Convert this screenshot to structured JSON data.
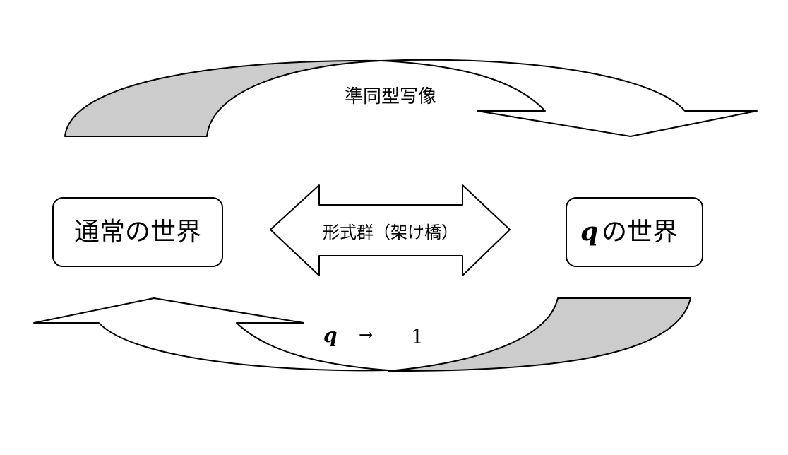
{
  "top_arrow_label": "準同型写像",
  "left_box_label": "通常の世界",
  "right_box": {
    "q": "q",
    "label": "の世界"
  },
  "center_arrow_label": "形式群（架け橋）",
  "bottom_arrow": {
    "q": "q",
    "arrow": "→",
    "one": "1"
  },
  "colors": {
    "shade": "#cccccc",
    "stroke": "#000000"
  }
}
